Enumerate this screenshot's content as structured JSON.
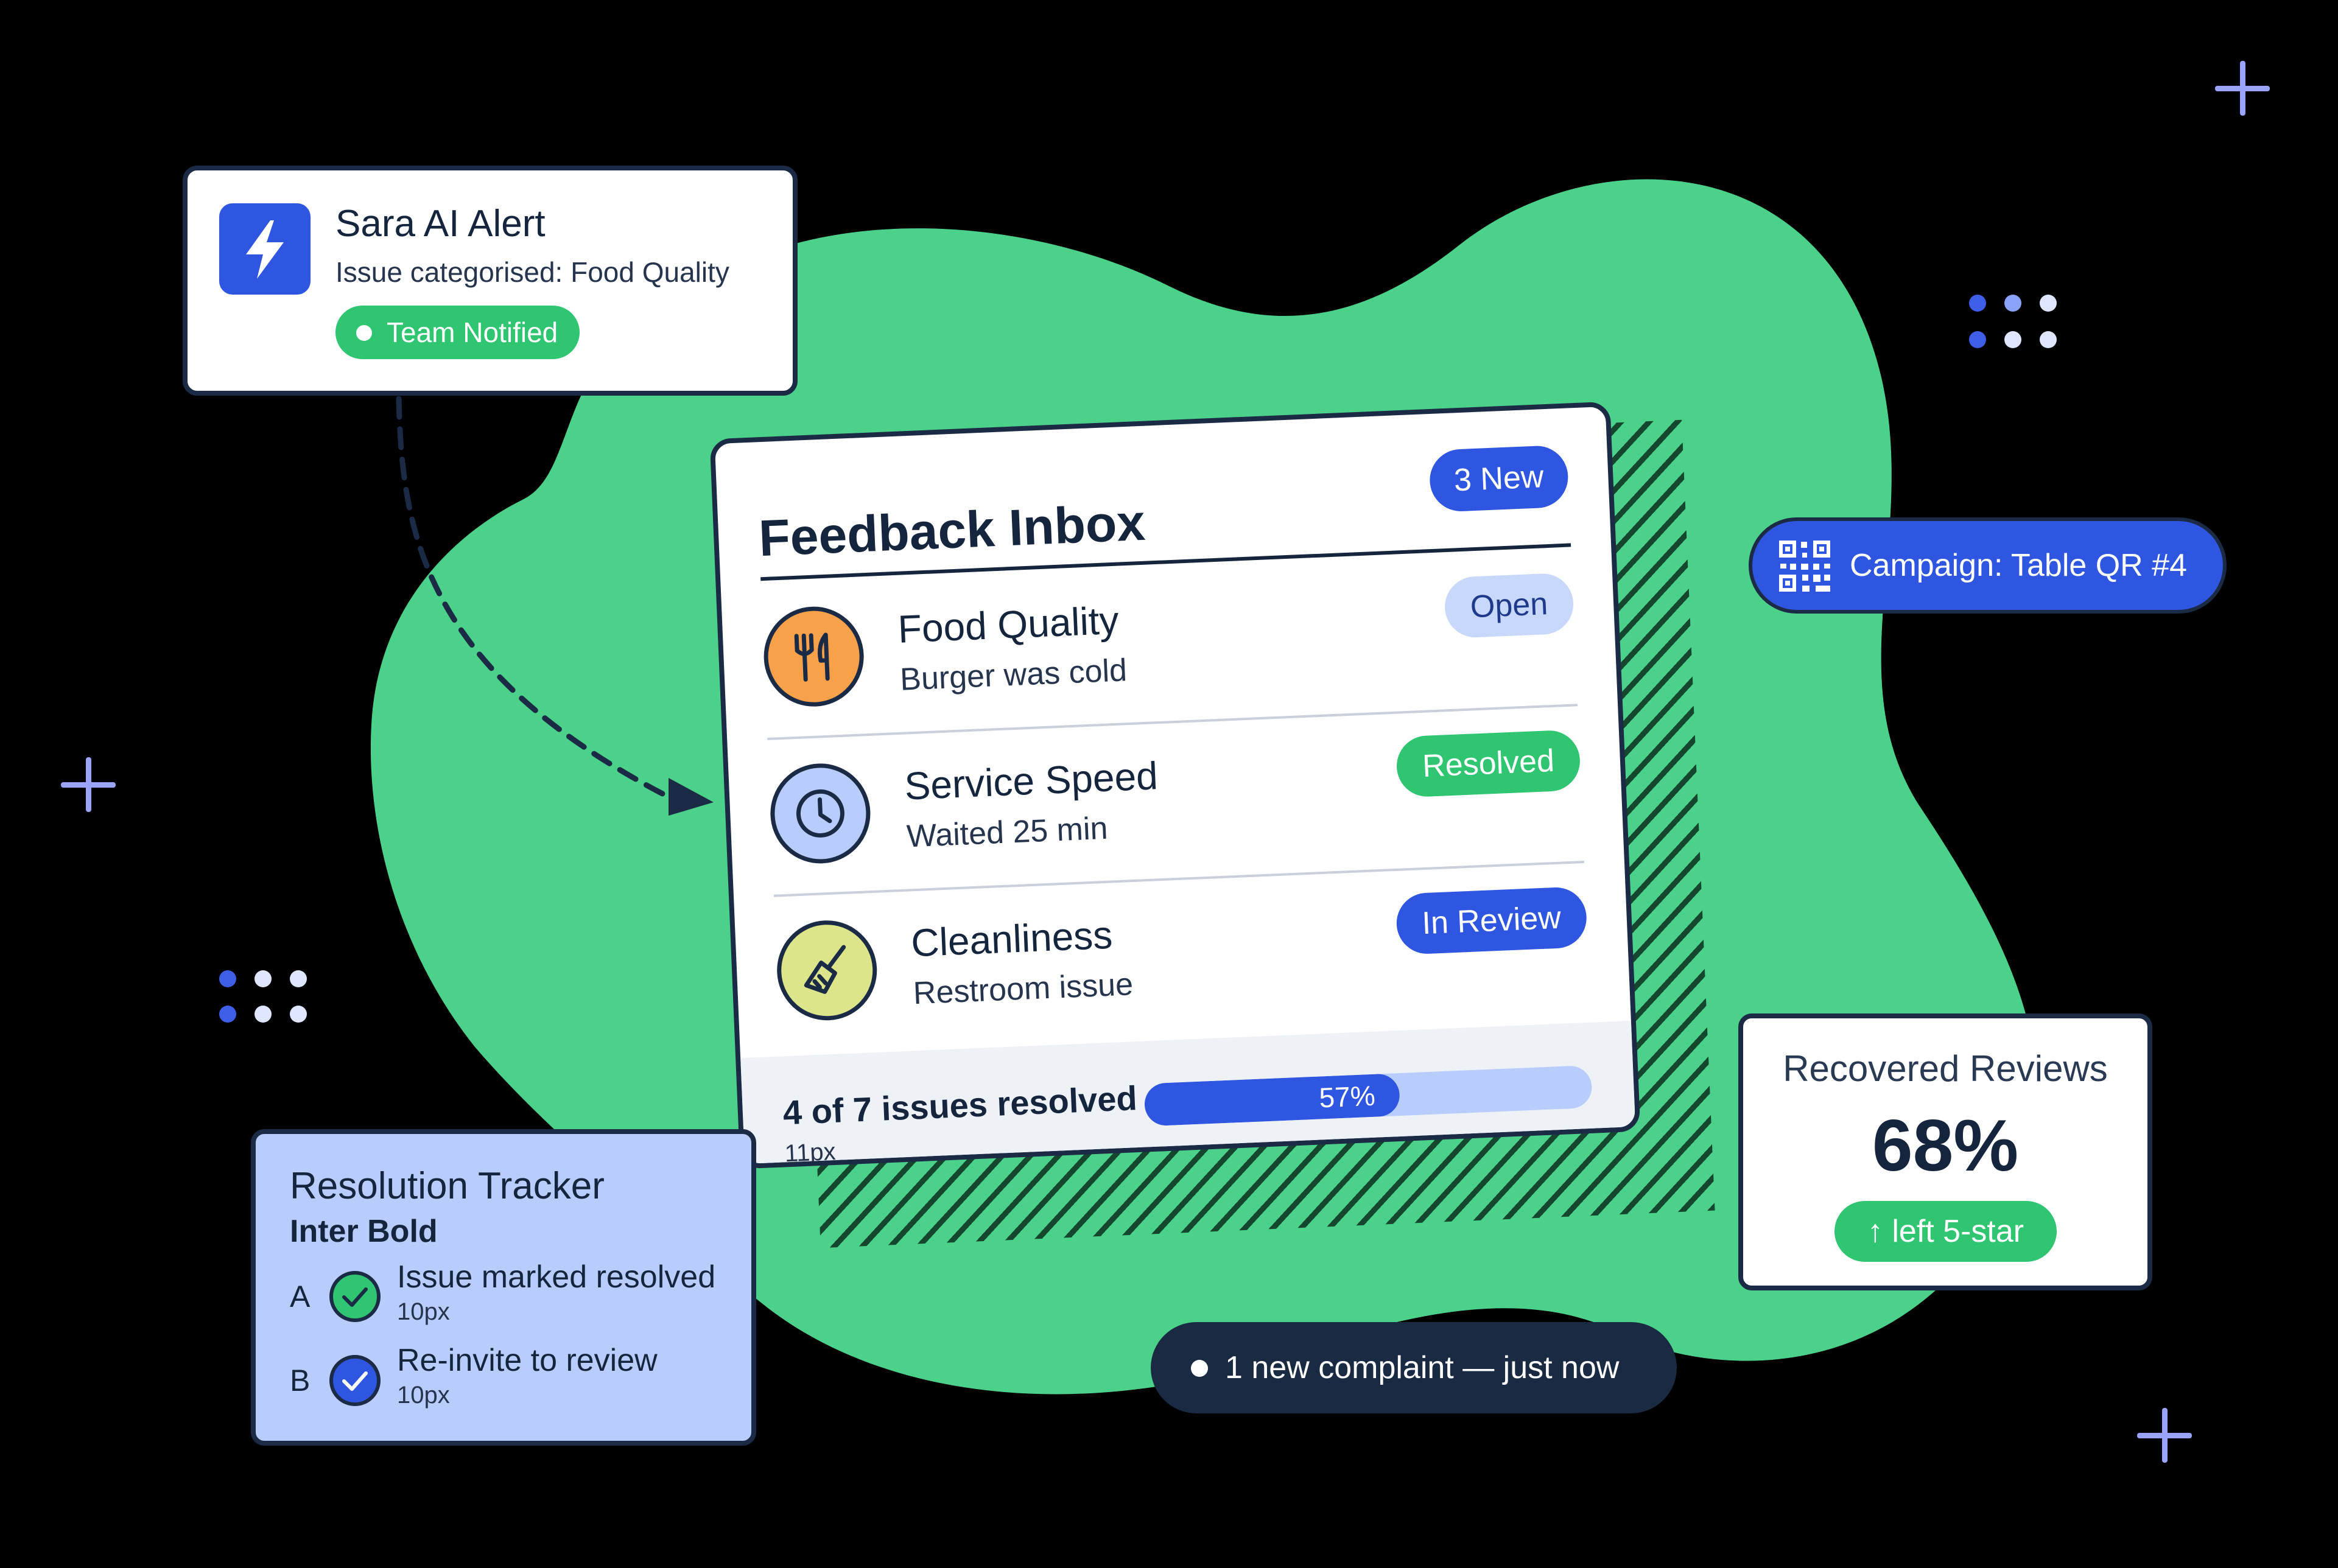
{
  "alert": {
    "title": "Sara AI Alert",
    "subtitle": "Issue categorised: Food Quality",
    "status": "Team Notified",
    "icon": "lightning-bolt-icon"
  },
  "inbox": {
    "title": "Feedback Inbox",
    "new_badge": "3 New",
    "items": [
      {
        "title": "Food Quality",
        "subtitle": "Burger was cold",
        "status": "Open",
        "icon": "fork-knife-icon",
        "icon_color": "#f7a24a",
        "status_bg": "#c7d8fb",
        "status_fg": "#1f3a8a"
      },
      {
        "title": "Service Speed",
        "subtitle": "Waited 25 min",
        "status": "Resolved",
        "icon": "clock-icon",
        "icon_color": "#b8cdfb",
        "status_bg": "#2fc571",
        "status_fg": "#ffffff"
      },
      {
        "title": "Cleanliness",
        "subtitle": "Restroom issue",
        "status": "In Review",
        "icon": "broom-icon",
        "icon_color": "#dde58a",
        "status_bg": "#2f56e0",
        "status_fg": "#ffffff"
      }
    ],
    "footer": {
      "label": "4 of 7 issues resolved",
      "note": "11px",
      "progress_text": "57%",
      "progress": 0.57
    }
  },
  "campaign": {
    "label": "Campaign: Table QR #4",
    "icon": "qr-code-icon"
  },
  "reviews": {
    "title": "Recovered Reviews",
    "value": "68%",
    "badge": "↑ left 5-star"
  },
  "tracker": {
    "title": "Resolution Tracker",
    "font_note": "Inter Bold",
    "steps": [
      {
        "letter": "A",
        "label": "Issue marked resolved",
        "note": "10px",
        "check_color": "#2fc571"
      },
      {
        "letter": "B",
        "label": "Re-invite to review",
        "note": "10px",
        "check_color": "#2f56e0"
      }
    ]
  },
  "toast": {
    "label": "1 new complaint — just now"
  },
  "colors": {
    "background": "#000000",
    "blob": "#4bd18a",
    "accent_blue": "#2f56e0",
    "accent_green": "#2fc571",
    "ink": "#1c2b45"
  }
}
